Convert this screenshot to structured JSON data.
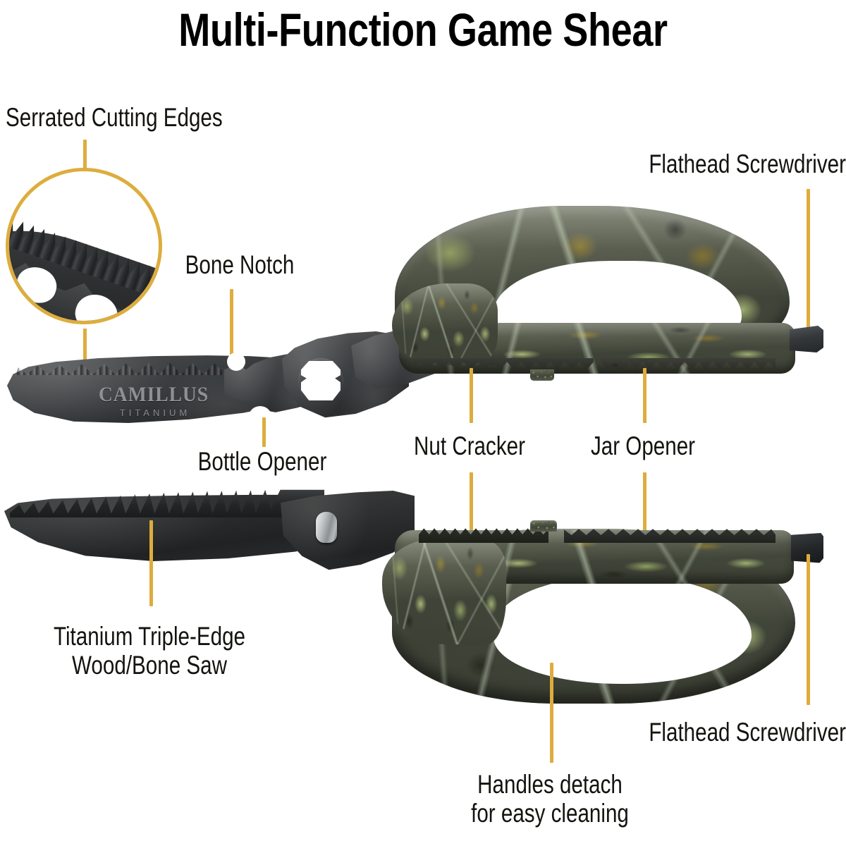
{
  "page": {
    "title": "Multi-Function Game Shear",
    "background_color": "#ffffff",
    "accent_color": "#ddad3d",
    "text_color": "#15130f"
  },
  "product": {
    "brand": "CAMILLUS",
    "brand_sub": "TITANIUM",
    "blade_color": "#35383a",
    "saw_color": "#262829",
    "handle_color": "#4e5142",
    "pivot_color": "#b9bcbb"
  },
  "callouts": [
    {
      "id": "serrated-cutting-edges",
      "label": "Serrated Cutting Edges"
    },
    {
      "id": "bone-notch",
      "label": "Bone Notch"
    },
    {
      "id": "flathead-screwdriver-top",
      "label": "Flathead Screwdriver"
    },
    {
      "id": "bottle-opener",
      "label": "Bottle Opener"
    },
    {
      "id": "nut-cracker",
      "label": "Nut Cracker"
    },
    {
      "id": "jar-opener",
      "label": "Jar Opener"
    },
    {
      "id": "titanium-saw",
      "label_line1": "Titanium Triple-Edge",
      "label_line2": "Wood/Bone Saw"
    },
    {
      "id": "handles-detach",
      "label_line1": "Handles detach",
      "label_line2": "for easy cleaning"
    },
    {
      "id": "flathead-screwdriver-bottom",
      "label": "Flathead Screwdriver"
    }
  ]
}
